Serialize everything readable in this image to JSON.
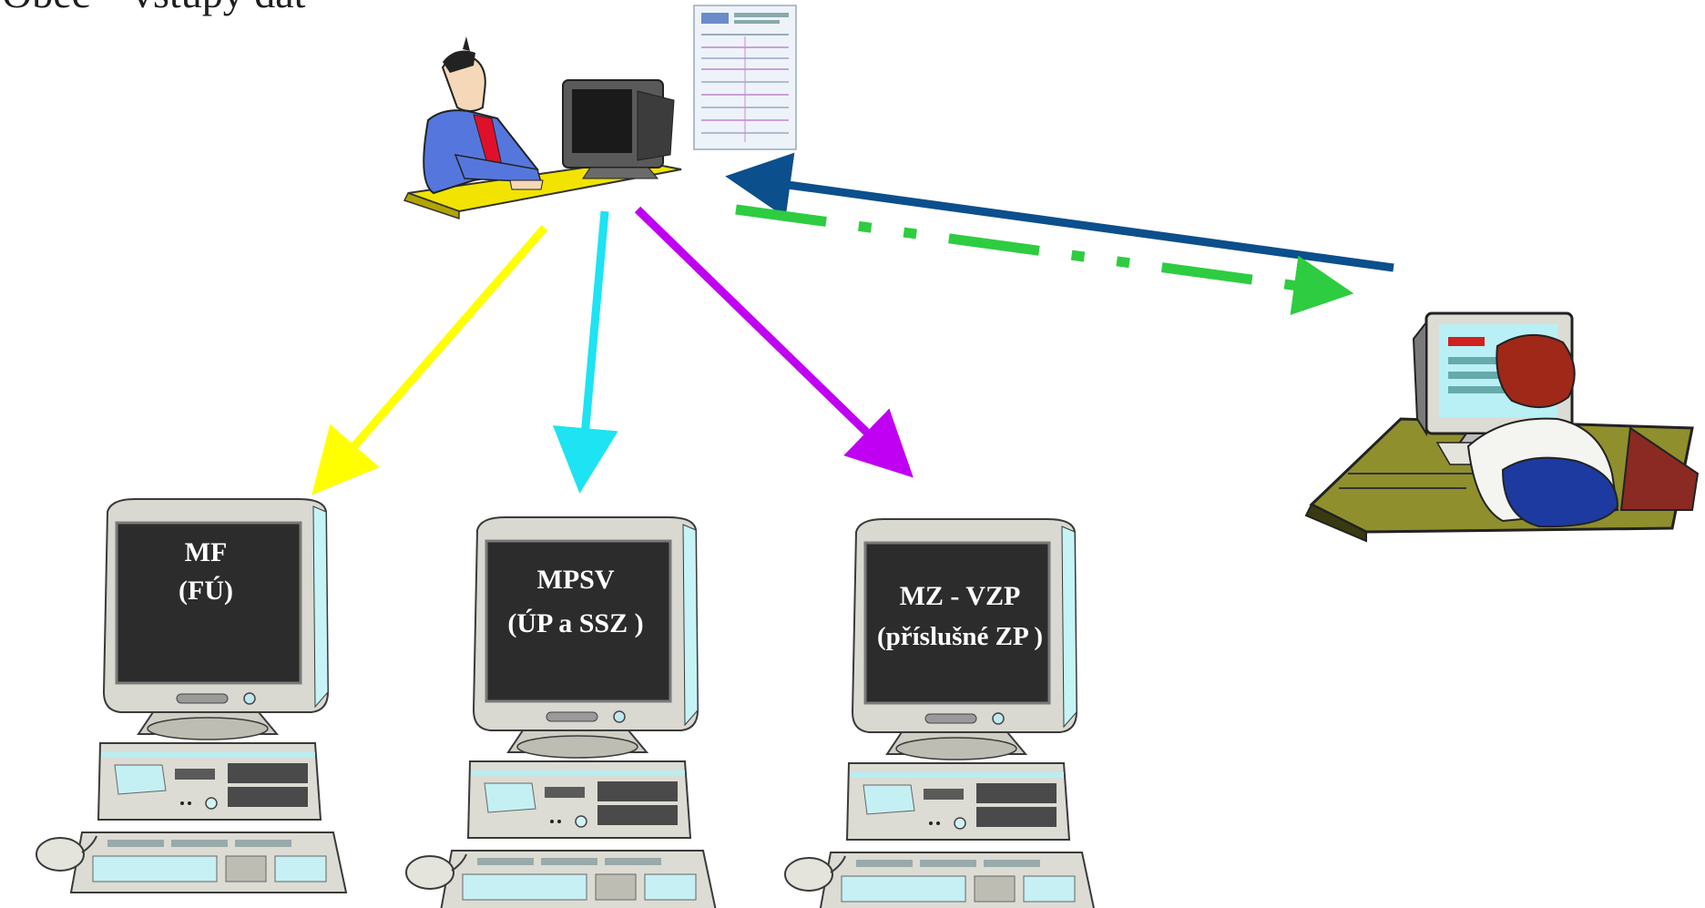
{
  "header_fragment": "Obec – vstupy dat",
  "monitor_labels": [
    {
      "line1": "MF",
      "line2": "(FÚ)"
    },
    {
      "line1": "MPSV",
      "line2": "(ÚP a SSZ )"
    },
    {
      "line1": "MZ - VZP",
      "line2": "(příslušné ZP )"
    }
  ],
  "colors": {
    "arrow_yellow": "#ffff00",
    "arrow_cyan": "#1de3f2",
    "arrow_magenta": "#c000f2",
    "arrow_blue": "#0b4f8c",
    "arrow_green": "#2ecc40",
    "monitor_screen": "#2c2c2c",
    "pc_body": "#d8d8d0",
    "desk_yellow": "#f2e400"
  },
  "icons": [
    "clerk-at-desk-icon",
    "form-document-icon",
    "citizen-at-computer-icon",
    "desktop-computer-icon"
  ]
}
